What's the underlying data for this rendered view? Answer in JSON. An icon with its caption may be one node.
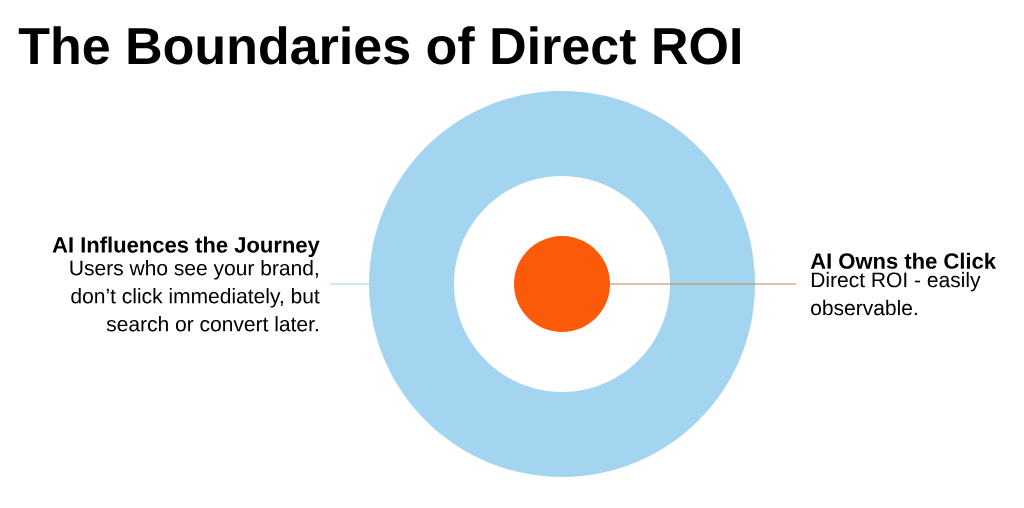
{
  "diagram": {
    "title": "The Boundaries of Direct ROI",
    "nodes": [
      {
        "text": [
          "AI Influences the Journey",
          "Users who see your brand, don’t click immediately, but search or convert later."
        ]
      },
      {
        "text": [],
        "shape": "circle"
      },
      {
        "text": [],
        "shape": "circle",
        "in": 1
      },
      {
        "text": [
          "AI Owns the Click",
          "Direct ROI - easily observable."
        ]
      }
    ],
    "edges": [
      {
        "from": 0,
        "to": 1,
        "arrow": "none",
        "color": "#a6d6f0"
      },
      {
        "from": 2,
        "to": 3,
        "arrow": "none",
        "color": "#c8844a"
      }
    ]
  }
}
